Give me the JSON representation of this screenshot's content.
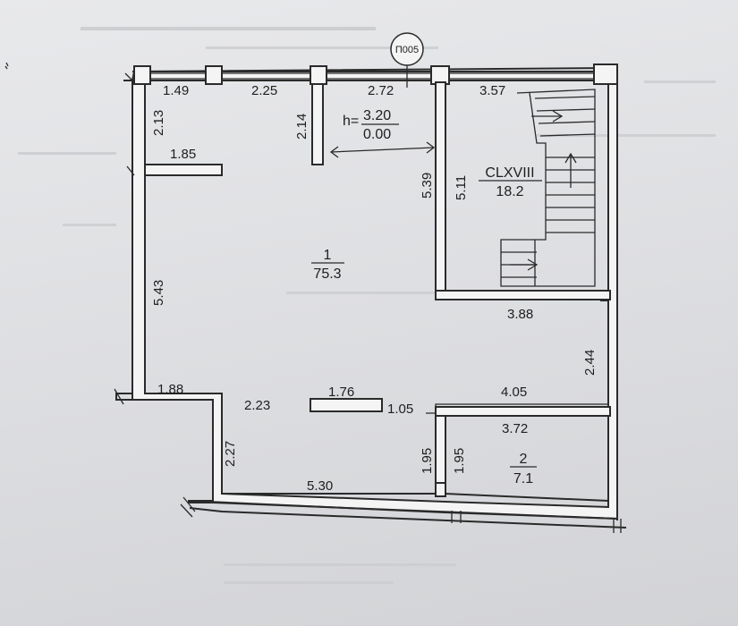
{
  "tag": "П005",
  "height_label": {
    "prefix": "h=",
    "top": "3.20",
    "bottom": "0.00"
  },
  "rooms": [
    {
      "number": "1",
      "area": "75.3"
    },
    {
      "number": "CLXVIII",
      "area": "18.2"
    },
    {
      "number": "2",
      "area": "7.1"
    }
  ],
  "dimensions": {
    "top_a": "1.49",
    "top_b": "2.25",
    "top_c": "2.72",
    "top_d": "3.57",
    "left_top": "2.13",
    "pier": "2.14",
    "ledge": "1.85",
    "left": "5.43",
    "stair_left": "5.39",
    "stair_inner": "5.11",
    "right_upper": "3.88",
    "right": "2.44",
    "mid_right": "4.05",
    "lower_left": "1.88",
    "lower_mid": "2.23",
    "column": "1.76",
    "step": "1.05",
    "lower_height": "2.27",
    "bottom": "5.30",
    "partition_a": "1.95",
    "partition_b": "1.95",
    "room2_width": "3.72"
  }
}
